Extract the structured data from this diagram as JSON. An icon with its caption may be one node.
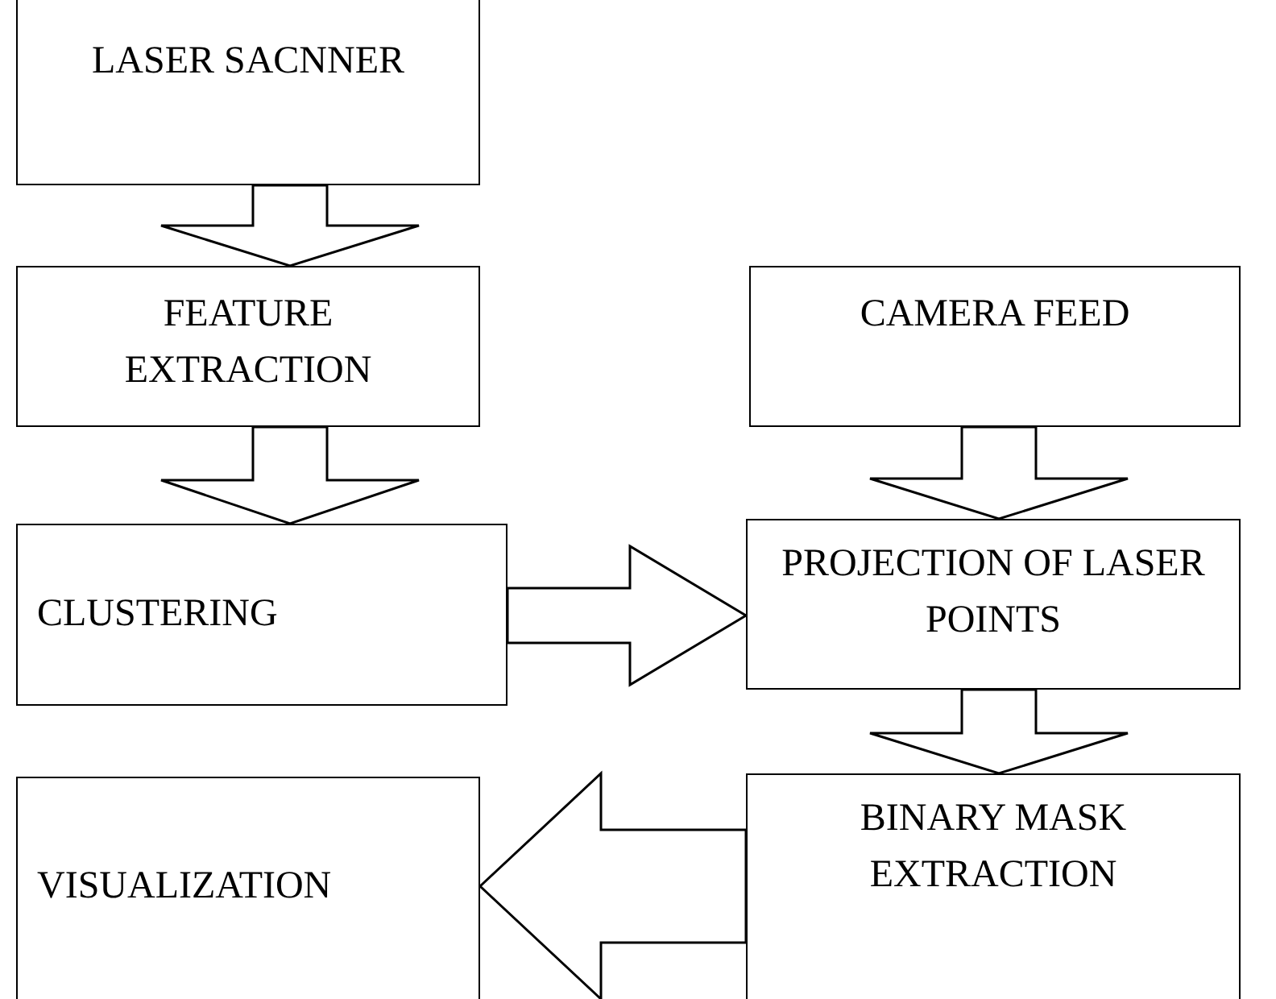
{
  "diagram": {
    "nodes": [
      {
        "text": [
          "LASER SACNNER"
        ]
      },
      {
        "text": [
          "FEATURE EXTRACTION"
        ]
      },
      {
        "text": [
          "CAMERA FEED"
        ]
      },
      {
        "text": [
          "CLUSTERING"
        ]
      },
      {
        "text": [
          "PROJECTION OF LASER POINTS"
        ]
      },
      {
        "text": [
          "VISUALIZATION"
        ]
      },
      {
        "text": [
          "BINARY MASK EXTRACTION"
        ]
      }
    ],
    "edges": [
      {
        "from": 0,
        "to": 1,
        "arrow": "to"
      },
      {
        "from": 1,
        "to": 3,
        "arrow": "to"
      },
      {
        "from": 2,
        "to": 4,
        "arrow": "to"
      },
      {
        "from": 3,
        "to": 4,
        "arrow": "to"
      },
      {
        "from": 4,
        "to": 6,
        "arrow": "to"
      },
      {
        "from": 6,
        "to": 5,
        "arrow": "to"
      }
    ]
  }
}
